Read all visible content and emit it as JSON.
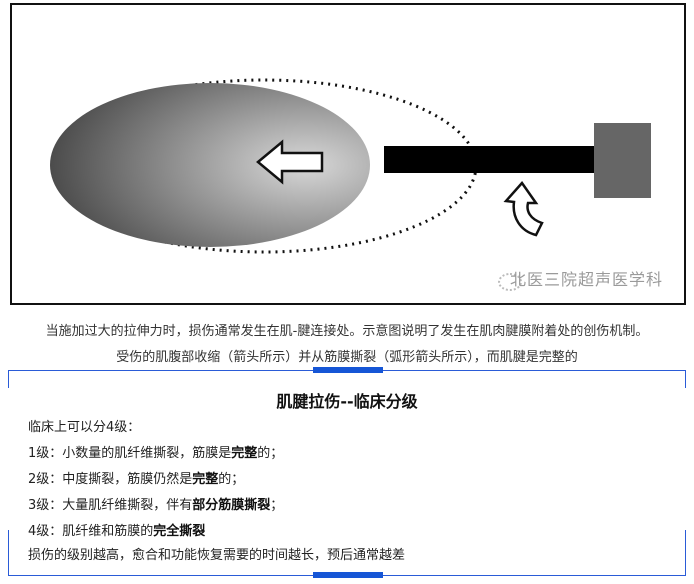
{
  "figure": {
    "watermark": "北医三院超声医学科"
  },
  "caption": {
    "line1": "当施加过大的拉伸力时，损伤通常发生在肌-腱连接处。示意图说明了发生在肌肉腱膜附着处的创伤机制。",
    "line2": "受伤的肌腹部收缩（箭头所示）并从筋膜撕裂（弧形箭头所示），而肌腱是完整的"
  },
  "box": {
    "title": "肌腱拉伤--临床分级",
    "intro": "临床上可以分4级：",
    "grades": [
      {
        "prefix": "1级：小数量的肌纤维撕裂，筋膜是",
        "bold": "完整",
        "suffix": "的；"
      },
      {
        "prefix": "2级：中度撕裂，筋膜仍然是",
        "bold": "完整",
        "suffix": "的；"
      },
      {
        "prefix": "3级：大量肌纤维撕裂，伴有",
        "bold": "部分筋膜撕裂",
        "suffix": "；"
      },
      {
        "prefix": "4级：肌纤维和筋膜的",
        "bold": "完全撕裂",
        "suffix": ""
      }
    ],
    "conclusion": "损伤的级别越高，愈合和功能恢复需要的时间越长，预后通常越差"
  },
  "colors": {
    "accent": "#1656d6"
  }
}
